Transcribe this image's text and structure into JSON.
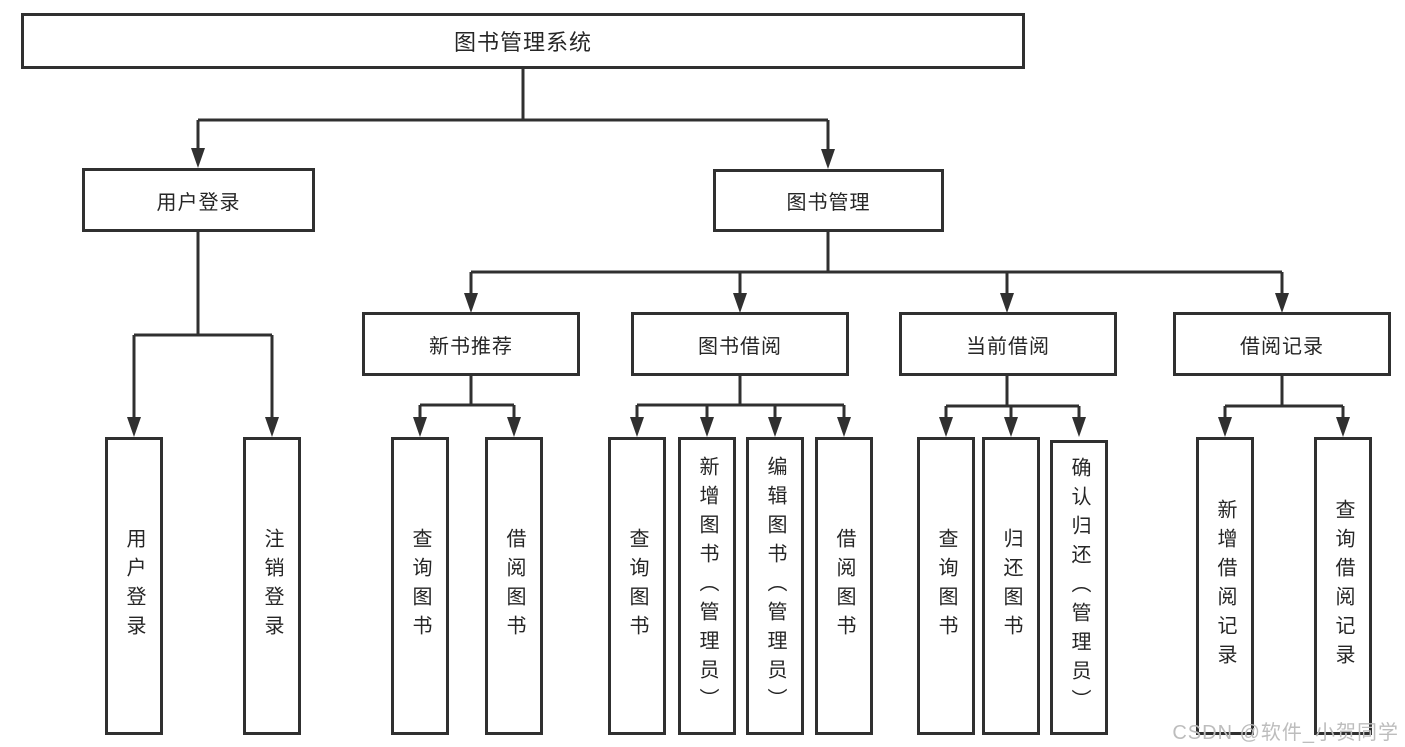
{
  "tree": {
    "label": "图书管理系统",
    "children": [
      {
        "label": "用户登录",
        "children": [
          {
            "label": "用户登录"
          },
          {
            "label": "注销登录"
          }
        ]
      },
      {
        "label": "图书管理",
        "children": [
          {
            "label": "新书推荐",
            "children": [
              {
                "label": "查询图书"
              },
              {
                "label": "借阅图书"
              }
            ]
          },
          {
            "label": "图书借阅",
            "children": [
              {
                "label": "查询图书"
              },
              {
                "label": "新增图书（管理员）"
              },
              {
                "label": "编辑图书（管理员）"
              },
              {
                "label": "借阅图书"
              }
            ]
          },
          {
            "label": "当前借阅",
            "children": [
              {
                "label": "查询图书"
              },
              {
                "label": "归还图书"
              },
              {
                "label": "确认归还（管理员）"
              }
            ]
          },
          {
            "label": "借阅记录",
            "children": [
              {
                "label": "新增借阅记录"
              },
              {
                "label": "查询借阅记录"
              }
            ]
          }
        ]
      }
    ]
  },
  "watermark": "CSDN @软件_小贺同学",
  "colors": {
    "line": "#303030",
    "border": "#303030",
    "text": "#262626",
    "watermark": "#bdbdbd",
    "background": "#ffffff"
  }
}
